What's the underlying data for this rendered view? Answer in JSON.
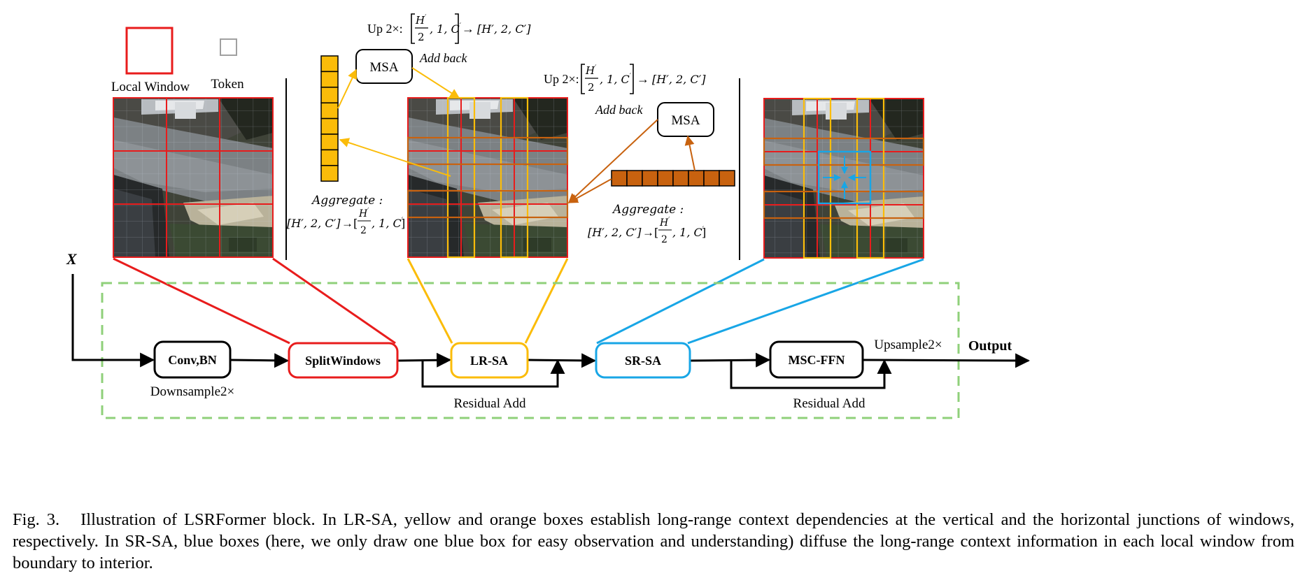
{
  "labels": {
    "local_window": "Local Window",
    "token": "Token",
    "input_x": "X",
    "output": "Output",
    "msa": "MSA",
    "add_back": "Add back",
    "aggregate": "Aggregate :",
    "up2x": "Up 2×:",
    "h_prime": "H",
    "prime": "′",
    "two": "2",
    "one_c": ", 1, C",
    "arrow": "→",
    "h2c": "[H′, 2, C′]",
    "downsample": "Downsample2×",
    "upsample": "Upsample2×",
    "residual_add": "Residual Add"
  },
  "blocks": {
    "conv_bn": "Conv,BN",
    "split_windows": "SplitWindows",
    "lr_sa": "LR-SA",
    "sr_sa": "SR-SA",
    "msc_ffn": "MSC-FFN"
  },
  "caption": {
    "prefix": "Fig. 3.",
    "text": "Illustration of LSRFormer block. In LR-SA, yellow and orange boxes establish long-range context dependencies at the vertical and the horizontal junctions of windows, respectively. In SR-SA, blue boxes (here, we only draw one blue box for easy observation and understanding) diffuse the long-range context information in each local window from boundary to interior."
  },
  "colors": {
    "red": "#e81c1c",
    "yellow": "#fbbc09",
    "orange": "#c8620f",
    "blue": "#18a6e6",
    "green_dash": "#8fd07a"
  }
}
